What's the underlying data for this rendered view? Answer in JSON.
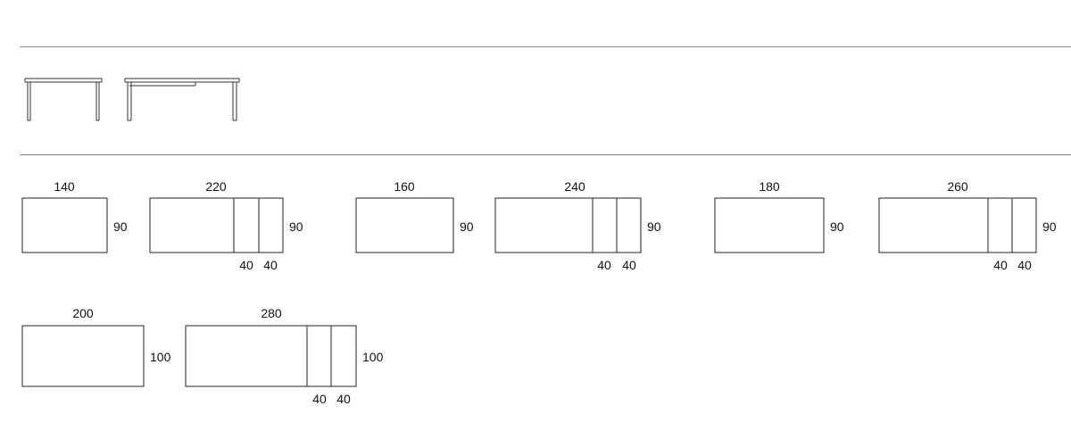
{
  "tables": [
    {
      "id": "t1",
      "length": "140",
      "width": "90"
    },
    {
      "id": "t2",
      "length": "220",
      "width": "90",
      "extensions": [
        "40",
        "40"
      ]
    },
    {
      "id": "t3",
      "length": "160",
      "width": "90"
    },
    {
      "id": "t4",
      "length": "240",
      "width": "90",
      "extensions": [
        "40",
        "40"
      ]
    },
    {
      "id": "t5",
      "length": "180",
      "width": "90"
    },
    {
      "id": "t6",
      "length": "260",
      "width": "90",
      "extensions": [
        "40",
        "40"
      ]
    },
    {
      "id": "t7",
      "length": "200",
      "width": "100"
    },
    {
      "id": "t8",
      "length": "280",
      "width": "100",
      "extensions": [
        "40",
        "40"
      ]
    }
  ]
}
